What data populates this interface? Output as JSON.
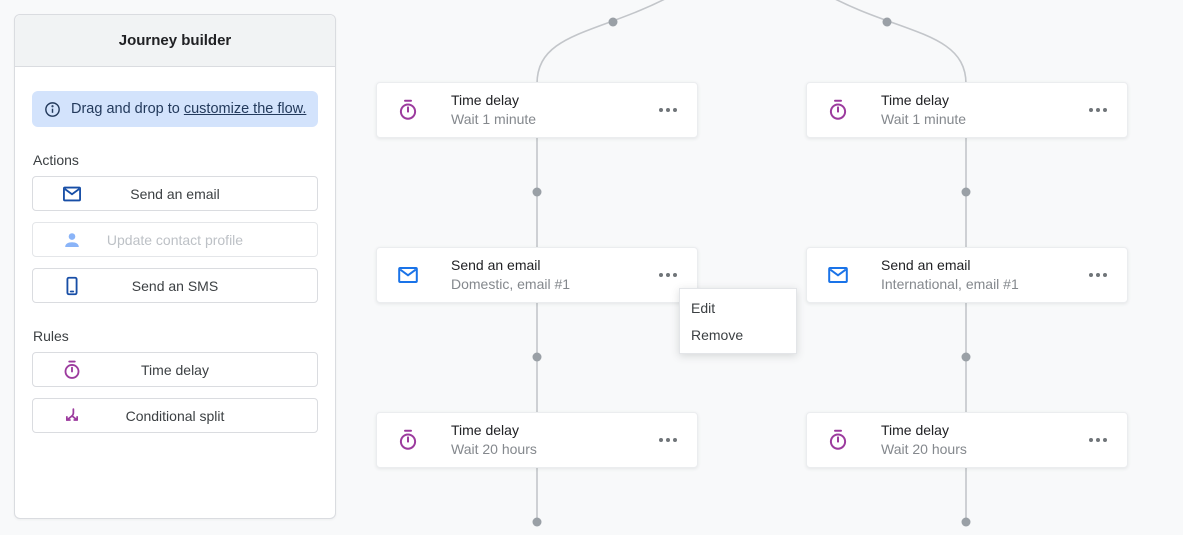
{
  "colors": {
    "accent_blue": "#1a73e8",
    "sidebar_navy": "#174ea6",
    "rule_purple": "#9c3b9e",
    "disabled_icon_blue": "#8ab4f8",
    "info_banner_bg": "#d3e3fc",
    "connector_gray": "#c3c6ca",
    "dot_gray": "#9aa0a6"
  },
  "sidebar": {
    "title": "Journey builder",
    "info_banner": {
      "icon": "info-icon",
      "text_before_link": "Drag and drop to ",
      "link_text": "customize the flow."
    },
    "sections": [
      {
        "label": "Actions",
        "items": [
          {
            "label": "Send an email",
            "icon": "mail-icon",
            "disabled": false
          },
          {
            "label": "Update contact profile",
            "icon": "person-icon",
            "disabled": true
          },
          {
            "label": "Send an SMS",
            "icon": "smartphone-icon",
            "disabled": false
          }
        ]
      },
      {
        "label": "Rules",
        "items": [
          {
            "label": "Time delay",
            "icon": "timer-icon",
            "disabled": false
          },
          {
            "label": "Conditional split",
            "icon": "split-icon",
            "disabled": false
          }
        ]
      }
    ]
  },
  "canvas": {
    "branches": [
      {
        "side": "left",
        "nodes": [
          {
            "title": "Time delay",
            "subtitle": "Wait 1 minute",
            "icon": "timer-icon"
          },
          {
            "title": "Send an email",
            "subtitle": "Domestic, email #1",
            "icon": "mail-icon"
          },
          {
            "title": "Time delay",
            "subtitle": "Wait 20 hours",
            "icon": "timer-icon"
          }
        ]
      },
      {
        "side": "right",
        "nodes": [
          {
            "title": "Time delay",
            "subtitle": "Wait 1 minute",
            "icon": "timer-icon"
          },
          {
            "title": "Send an email",
            "subtitle": "International, email #1",
            "icon": "mail-icon"
          },
          {
            "title": "Time delay",
            "subtitle": "Wait 20 hours",
            "icon": "timer-icon"
          }
        ]
      }
    ],
    "context_menu": {
      "items": [
        "Edit",
        "Remove"
      ]
    },
    "more_button": "more-options"
  }
}
